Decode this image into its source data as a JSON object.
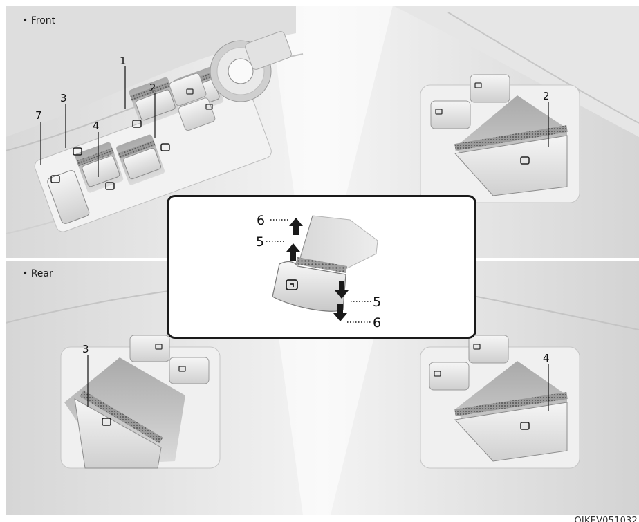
{
  "sections": {
    "front_label": "• Front",
    "rear_label": "• Rear"
  },
  "callouts": {
    "front_left": [
      "1",
      "2",
      "3",
      "4",
      "7"
    ],
    "front_right": "2",
    "rear_left": "3",
    "rear_right": "4",
    "detail_up_outer": "6",
    "detail_up_inner": "5",
    "detail_down_inner": "5",
    "detail_down_outer": "6"
  },
  "doc_code": "OJKEV051032",
  "icons": [
    "window-switch-icon",
    "window-lock-icon",
    "door-lock-icon",
    "door-unlock-icon",
    "arrow-up-icon",
    "arrow-down-icon"
  ],
  "colors": {
    "panel_bg": "#ebebeb",
    "frame": "#1a1a1a",
    "switch_shadow": "#8c8c8c"
  }
}
